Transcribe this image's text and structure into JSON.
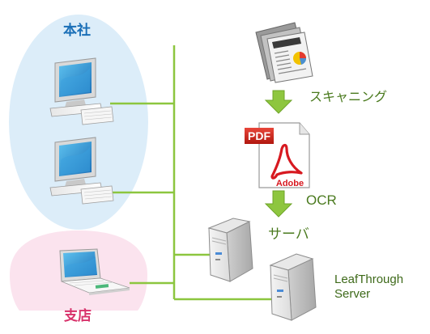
{
  "sites": {
    "head_office": "本社",
    "branch": "支店"
  },
  "workflow": {
    "scanning": "スキャニング",
    "ocr": "OCR",
    "server": "サーバ"
  },
  "leafthrough_server": {
    "line1": "LeafThrough",
    "line2": "Server"
  },
  "document_icon": {
    "pdf_label": "PDF",
    "adobe_label": "Adobe"
  },
  "colors": {
    "network_line": "#8cc63f",
    "head_office_zone": "#dcedf9",
    "branch_zone": "#fbe3ee",
    "head_office_text": "#1a6fb7",
    "branch_text": "#d8326b",
    "arrow": "#8ec63f",
    "label_text": "#4a7a1e"
  }
}
